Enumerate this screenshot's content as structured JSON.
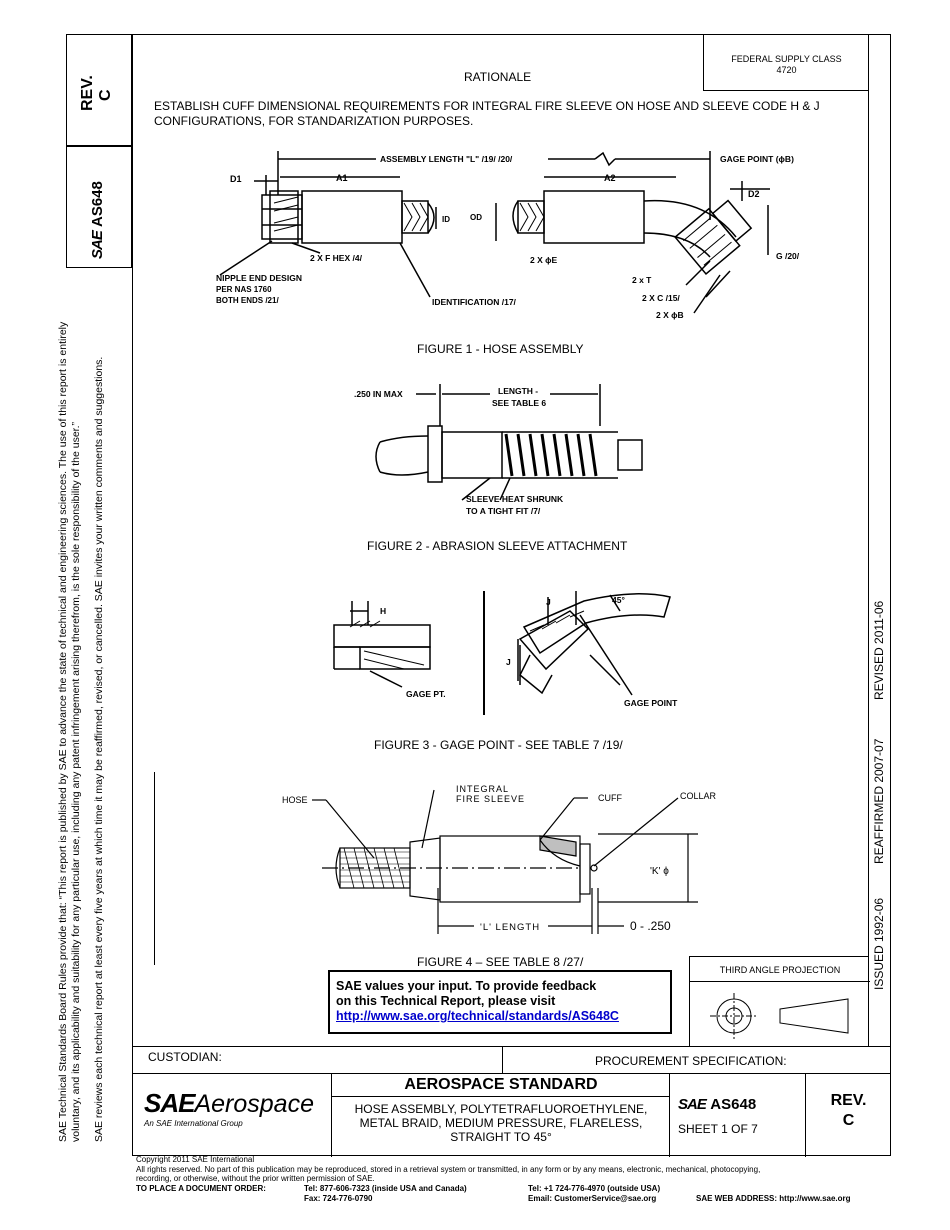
{
  "header": {
    "rev_label": "REV.",
    "rev_value": "C",
    "doc_number": "AS648",
    "federal_supply_class": "FEDERAL SUPPLY CLASS",
    "fsc_number": "4720",
    "rationale_title": "RATIONALE",
    "rationale_text": "ESTABLISH CUFF DIMENSIONAL REQUIREMENTS FOR INTEGRAL FIRE SLEEVE ON HOSE AND SLEEVE CODE H & J CONFIGURATIONS, FOR STANDARIZATION PURPOSES."
  },
  "side_notes": {
    "line1": "SAE Technical Standards Board Rules provide that: “This report is published by SAE to advance the state of technical and engineering sciences. The use of this report is entirely",
    "line2": "voluntary, and its applicability and suitability for any particular use, including any patent infringement arising therefrom, is the sole responsibility of the user.”",
    "line3": "SAE reviews each technical report at least every five years at which time it may be reaffirmed, revised, or cancelled. SAE invites your written comments and suggestions."
  },
  "dates": {
    "issued": "ISSUED 1992-06",
    "reaffirmed": "REAFFIRMED 2007-07",
    "revised": "REVISED 2011-06"
  },
  "figures": {
    "fig1": {
      "caption": "FIGURE 1 - HOSE ASSEMBLY",
      "assembly_length": "ASSEMBLY LENGTH \"L\" /19/ /20/",
      "gage_point": "GAGE POINT (ϕB)",
      "d1": "D1",
      "a1": "A1",
      "a2": "A2",
      "d2": "D2",
      "id": "ID",
      "od": "OD",
      "hex": "2 X F HEX /4/",
      "phi_e": "2 X ϕE",
      "g": "G /20/",
      "nipple1": "NIPPLE END DESIGN",
      "nipple2": "PER NAS 1760",
      "nipple3": "BOTH ENDS /21/",
      "identification": "IDENTIFICATION /17/",
      "t": "2 x T",
      "c": "2 X C /15/",
      "phi_b": "2 X ϕB"
    },
    "fig2": {
      "caption": "FIGURE 2 - ABRASION SLEEVE ATTACHMENT",
      "max": ".250 IN MAX",
      "length1": "LENGTH -",
      "length2": "SEE TABLE 6",
      "shrink1": "SLEEVE HEAT SHRUNK",
      "shrink2": "TO A TIGHT FIT /7/"
    },
    "fig3": {
      "caption": "FIGURE 3 - GAGE POINT - SEE TABLE 7 /19/",
      "h": "H",
      "gage_pt": "GAGE PT.",
      "j": "J",
      "angle": "45°",
      "gage_point": "GAGE POINT"
    },
    "fig4": {
      "caption": "FIGURE 4 – SEE TABLE 8 /27/",
      "hose": "HOSE",
      "integral1": "INTEGRAL",
      "integral2": "FIRE SLEEVE",
      "cuff": "CUFF",
      "collar": "COLLAR",
      "k": "'K' ϕ",
      "l_length": "'L' LENGTH",
      "range": "0 - .250"
    }
  },
  "feedback": {
    "line1": "SAE values your input. To provide feedback",
    "line2": "on this Technical Report, please visit",
    "url": "http://www.sae.org/technical/standards/AS648C"
  },
  "projection": {
    "label": "THIRD ANGLE PROJECTION"
  },
  "title_block": {
    "custodian_label": "CUSTODIAN:",
    "procurement_label": "PROCUREMENT SPECIFICATION:",
    "logo_text": "Aerospace",
    "logo_sub": "An SAE International Group",
    "standard_title": "AEROSPACE STANDARD",
    "description1": "HOSE ASSEMBLY, POLYTETRAFLUOROETHYLENE,",
    "description2": "METAL BRAID, MEDIUM PRESSURE, FLARELESS,",
    "description3": "STRAIGHT TO 45°",
    "doc_number": "AS648",
    "sheet": "SHEET 1 OF 7",
    "rev_label": "REV.",
    "rev_value": "C"
  },
  "footer": {
    "copyright": "Copyright 2011 SAE International",
    "rights1": "All rights reserved. No part of this publication may be reproduced, stored in a retrieval system or transmitted, in any form or by any means, electronic, mechanical, photocopying,",
    "rights2": "recording, or otherwise, without the prior written permission of SAE.",
    "order_label": "TO PLACE A DOCUMENT ORDER:",
    "tel_us": "Tel: 877-606-7323 (inside USA and Canada)",
    "tel_intl": "Tel: +1 724-776-4970 (outside USA)",
    "fax": "Fax: 724-776-0790",
    "email": "Email: CustomerService@sae.org",
    "web": "SAE WEB ADDRESS: http://www.sae.org"
  }
}
